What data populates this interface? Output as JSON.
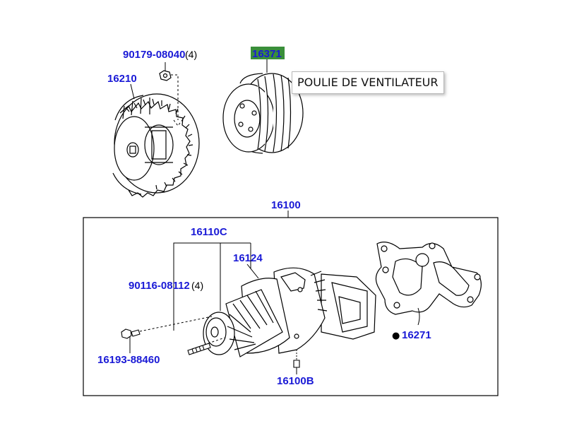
{
  "colors": {
    "part_number": "#1a1ad6",
    "highlight": "#3a8f3a",
    "line": "#000000"
  },
  "parts": {
    "fan_clutch": "16210",
    "clutch_nut": "90179-08040",
    "clutch_nut_qty": "(4)",
    "fan_pulley": "16371",
    "water_pump_assy": "16100",
    "water_pump_sub": "16110C",
    "pump_gasket_inner": "16124",
    "stud_bolt": "90116-08112",
    "stud_bolt_qty": "(4)",
    "bolt": "16193-88460",
    "plug": "16100B",
    "pump_gasket": "16271",
    "pump_gasket_bullet": "●"
  },
  "tooltip": {
    "text": "POULIE DE VENTILATEUR"
  }
}
